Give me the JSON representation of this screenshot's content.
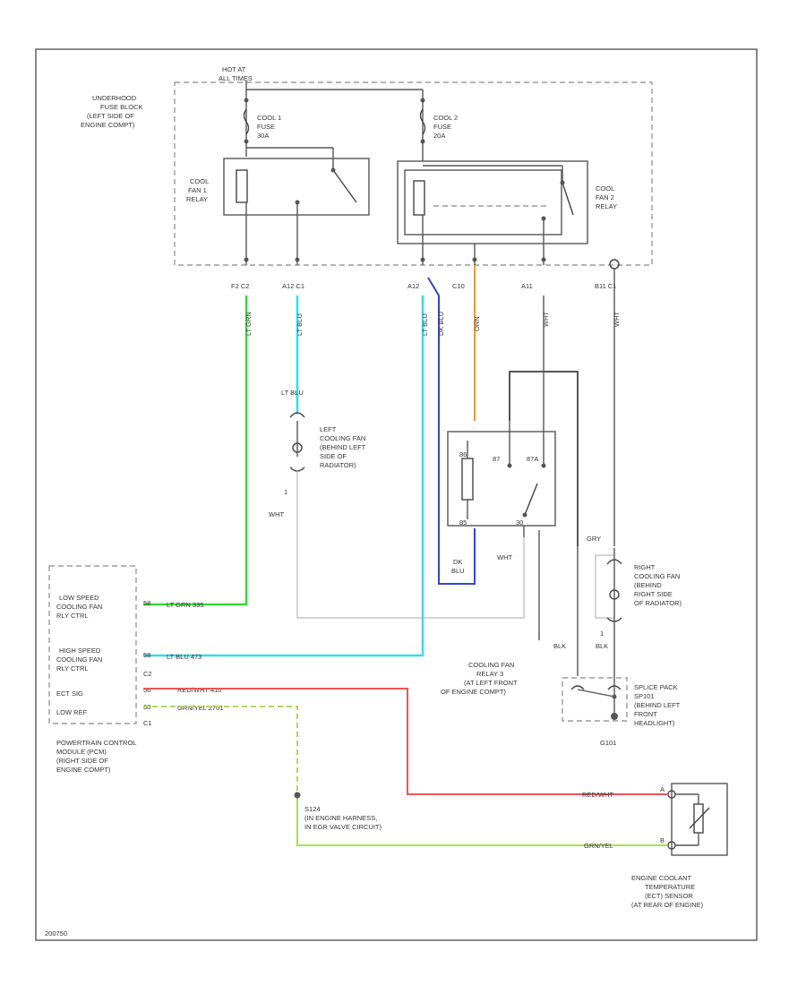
{
  "colors": {
    "lt_grn": "#33dd33",
    "lt_blu": "#33ddee",
    "dk_blu": "#3344cc",
    "orange": "#ee9933",
    "red_wht": "#ee5555",
    "grn_yel": "#aadd55",
    "gray": "#888888",
    "frame": "#555555"
  },
  "labels": {
    "hot_at_all_times": [
      "HOT AT",
      "ALL TIMES"
    ],
    "underhood_fuse_block": [
      "UNDERHOOD",
      "FUSE BLOCK",
      "(LEFT SIDE OF",
      "ENGINE COMPT)"
    ],
    "cool1_fuse": [
      "COOL 1",
      "FUSE",
      "30A"
    ],
    "cool2_fuse": [
      "COOL 2",
      "FUSE",
      "20A"
    ],
    "cool_fan1_relay": [
      "COOL",
      "FAN 1",
      "RELAY"
    ],
    "cool_fan2_relay": [
      "COOL",
      "FAN 2",
      "RELAY"
    ],
    "connector_f2_c2": "F2  C2",
    "connector_a12_c1_a": "A12  C1",
    "connector_a12": "A12",
    "connector_c10": "C10",
    "connector_a11": "A11",
    "connector_b11_c1": "B11  C1",
    "wire_lt_grn_v": "LT GRN",
    "wire_lt_blu_v1": "LT BLU",
    "wire_lt_blu_v2": "LT BLU",
    "wire_dk_blu_v": "DK BLU",
    "wire_orn_v": "ORN",
    "wire_wht_v1": "WHT",
    "wire_wht_v2": "WHT",
    "lt_blu_top": "LT BLU",
    "left_fan": [
      "LEFT",
      "COOLING FAN",
      "(BEHIND LEFT",
      "SIDE OF",
      "RADIATOR)"
    ],
    "pin_1_left": "1",
    "wht_left": "WHT",
    "relay3_pin86": "86",
    "relay3_pin87": "87",
    "relay3_pin87a": "87A",
    "relay3_pin85": "85",
    "relay3_pin30": "30",
    "dk_blu_bottom": [
      "DK",
      "BLU"
    ],
    "wht_relay3": "WHT",
    "gry": "GRY",
    "right_fan": [
      "RIGHT",
      "COOLING FAN",
      "(BEHIND",
      "RIGHT SIDE",
      "OF RADIATOR)"
    ],
    "blk1": "BLK",
    "blk2": "BLK",
    "pin_1_right": "1",
    "relay3_location": [
      "COOLING FAN",
      "RELAY 3",
      "(AT LEFT FRONT",
      "OF ENGINE COMPT)"
    ],
    "splice_pack": [
      "SPLICE PACK",
      "SP101",
      "(BEHIND LEFT",
      "FRONT",
      "HEADLIGHT)"
    ],
    "g101": "G101",
    "pcm_low_speed": [
      "LOW SPEED",
      "COOLING FAN",
      "RLY CTRL"
    ],
    "pcm_high_speed": [
      "HIGH SPEED",
      "COOLING FAN",
      "RLY CTRL"
    ],
    "pcm_ect_sig": "ECT SIG",
    "pcm_low_ref": "LOW REF",
    "c2": "C2",
    "c1": "C1",
    "pin_low": "58",
    "pin_high": "58",
    "pin_ect": "56",
    "pin_lowref": "60",
    "wire_low_h": "LT GRN   335",
    "wire_high_h": "LT BLU   473",
    "wire_ect_h": "RED/WHT   410",
    "wire_lowref_h": "GRN/YEL   2701",
    "pcm": [
      "POWERTRAIN CONTROL",
      "MODULE (PCM)",
      "(RIGHT SIDE OF",
      "ENGINE COMPT)"
    ],
    "s124": [
      "S124",
      "(IN ENGINE HARNESS,",
      "IN EGR VALVE CIRCUIT)"
    ],
    "red_wht_right": "RED/WHT",
    "grn_yel_right": "GRN/YEL",
    "ect_sensor": [
      "ENGINE COOLANT",
      "TEMPERATURE",
      "(ECT) SENSOR",
      "(AT REAR OF ENGINE)"
    ],
    "pin_a": "A",
    "pin_b": "B",
    "footer_code": "200750"
  }
}
